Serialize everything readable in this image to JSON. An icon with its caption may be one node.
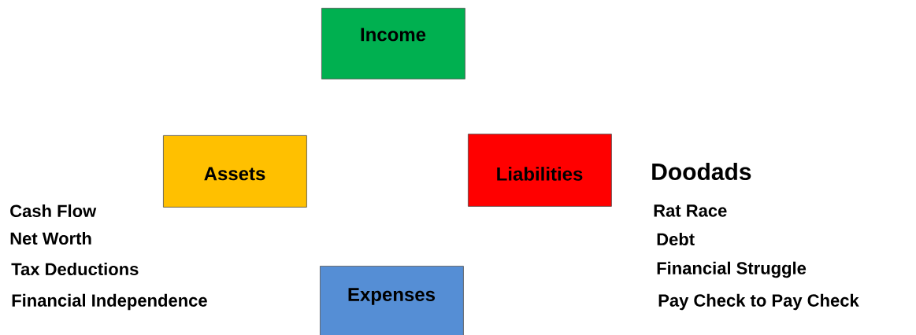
{
  "diagram": {
    "nodes": [
      {
        "text": [
          "Income"
        ]
      },
      {
        "text": [
          "Assets"
        ]
      },
      {
        "text": [
          "Liabilities"
        ]
      },
      {
        "text": [
          "Expenses"
        ]
      }
    ],
    "labels": [
      "Doodads",
      "Cash Flow",
      "Rat Race",
      "Net Worth",
      "Debt",
      "Tax Deductions",
      "Financial Struggle",
      "Financial Independence",
      "Pay Check to Pay Check"
    ]
  }
}
